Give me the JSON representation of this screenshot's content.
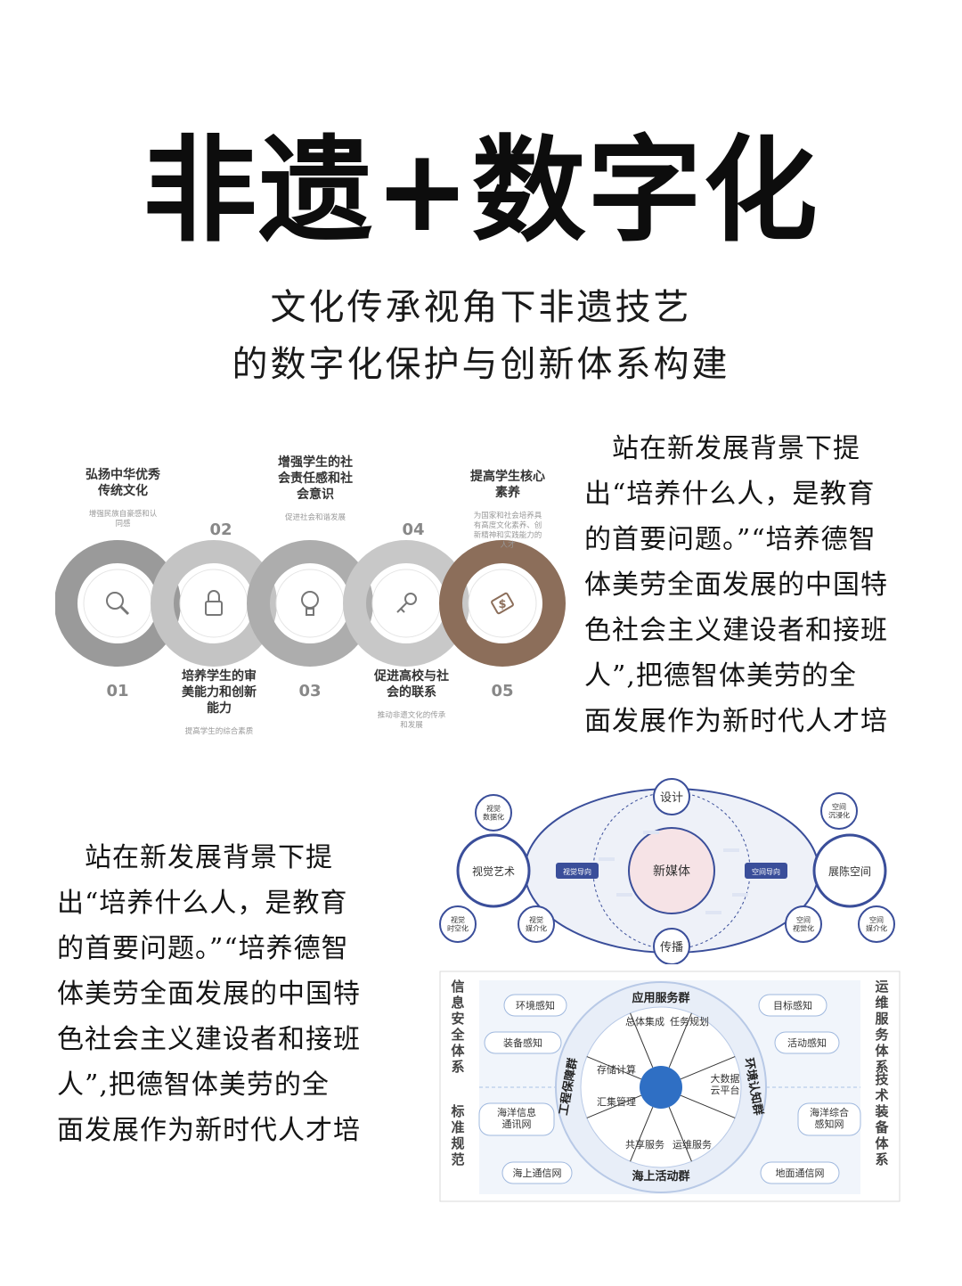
{
  "title": "非遗+数字化",
  "subtitle": {
    "line1": "文化传承视角下非遗技艺",
    "line2": "的数字化保护与创新体系构建"
  },
  "paragraph1": {
    "lines": [
      "　站在新发展背景下提",
      "出“培养什么人，是教育",
      "的首要问题。”“培养德智",
      "体美劳全面发展的中国特",
      "色社会主义建设者和接班",
      "人”,把德智体美劳的全",
      "面发展作为新时代人才培"
    ]
  },
  "paragraph2": {
    "lines": [
      "　站在新发展背景下提",
      "出“培养什么人，是教育",
      "的首要问题。”“培养德智",
      "体美劳全面发展的中国特",
      "色社会主义建设者和接班",
      "人”,把德智体美劳的全",
      "面发展作为新时代人才培"
    ]
  },
  "steps_diagram": {
    "steps": [
      {
        "num": "01",
        "title_lines": [
          "弘扬中华优秀",
          "传统文化"
        ],
        "desc_lines": [
          "增强民族自豪感和认",
          "同感"
        ],
        "icon": "magnifier-icon",
        "color": "#9a9a9a"
      },
      {
        "num": "02",
        "title_lines": [
          "培养学生的审",
          "美能力和创新",
          "能力"
        ],
        "desc_lines": [
          "提高学生的综合素质"
        ],
        "icon": "lock-icon",
        "color": "#c4c4c4"
      },
      {
        "num": "03",
        "title_lines": [
          "增强学生的社",
          "会责任感和社",
          "会意识"
        ],
        "desc_lines": [
          "促进社会和谐发展"
        ],
        "icon": "lightbulb-icon",
        "color": "#adadad"
      },
      {
        "num": "04",
        "title_lines": [
          "促进高校与社",
          "会的联系"
        ],
        "desc_lines": [
          "推动非遗文化的传承",
          "和发展"
        ],
        "icon": "key-icon",
        "color": "#c8c8c8"
      },
      {
        "num": "05",
        "title_lines": [
          "提高学生核心",
          "素养"
        ],
        "desc_lines": [
          "为国家和社会培养具",
          "有高度文化素养、创",
          "新精神和实践能力的",
          "人才"
        ],
        "icon": "money-icon",
        "color": "#8c6e5a"
      }
    ]
  },
  "media_diagram": {
    "center": "新媒体",
    "top": "设计",
    "bottom": "传播",
    "left": "视觉艺术",
    "right": "展陈空间",
    "left_sat_top": "视觉\n数据化",
    "left_sat_bottom": "视觉\n时空化",
    "left_sat_bottom2": "视觉\n媒介化",
    "right_sat_top": "空间\n沉浸化",
    "right_sat_bottom": "空间\n视觉化",
    "right_sat_bottom2": "空间\n媒介化",
    "left_link": "视觉导向",
    "right_link": "空间导向"
  },
  "service_diagram": {
    "left_side": "信息安全体系",
    "left_side2": "标准规范",
    "right_side": "运维服务体系",
    "right_side2": "技术装备体系",
    "ring_top": "应用服务群",
    "ring_bottom": "海上活动群",
    "ring_left": "工程保障群",
    "ring_right": "环境认知群",
    "boxes_left": [
      "环境感知",
      "装备感知",
      "海洋信息\n通讯网",
      "海上通信网"
    ],
    "boxes_right": [
      "目标感知",
      "活动感知",
      "海洋综合\n感知网",
      "地面通信网"
    ],
    "sectors": [
      "总体集成",
      "任务规划",
      "大数据\n云平台",
      "运维服务",
      "共享服务",
      "汇集管理",
      "存储计算"
    ]
  }
}
